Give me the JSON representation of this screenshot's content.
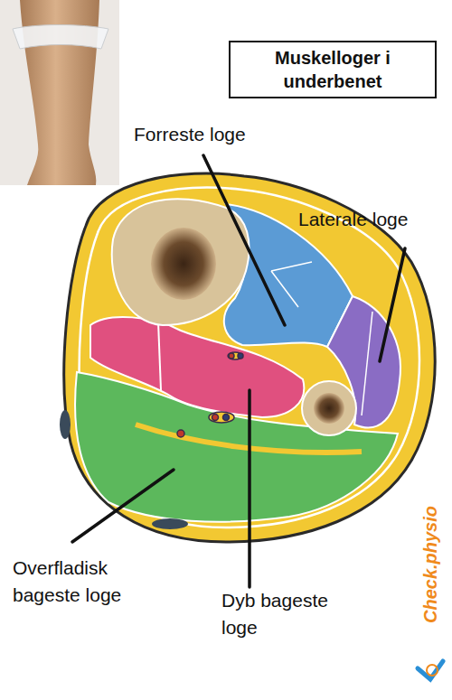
{
  "diagram": {
    "title": "Muskelloger i underbenet",
    "labels": [
      "Forreste loge",
      "Laterale loge",
      "Overfladisk bageste loge",
      "Dyb bageste loge",
      "Check.physio"
    ]
  }
}
